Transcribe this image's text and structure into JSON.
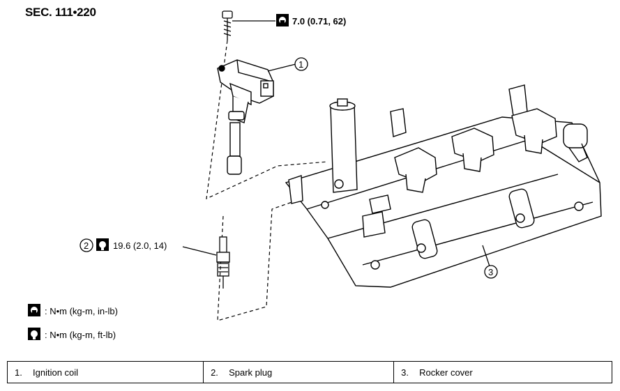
{
  "section_ref": "SEC. 111•220",
  "callouts": [
    {
      "id": "1",
      "text": "1"
    },
    {
      "id": "2",
      "text": "2"
    },
    {
      "id": "3",
      "text": "3"
    }
  ],
  "torques": {
    "coil_bolt": "7.0 (0.71, 62)",
    "spark_plug": "19.6 (2.0, 14)"
  },
  "units_legend": [
    {
      "icon": "torque-wrench-inlb-icon",
      "text": ": N•m (kg-m, in-lb)"
    },
    {
      "icon": "torque-wrench-ftlb-icon",
      "text": ": N•m (kg-m, ft-lb)"
    }
  ],
  "parts": [
    {
      "num": "1.",
      "name": "Ignition coil"
    },
    {
      "num": "2.",
      "name": "Spark plug"
    },
    {
      "num": "3.",
      "name": "Rocker cover"
    }
  ]
}
